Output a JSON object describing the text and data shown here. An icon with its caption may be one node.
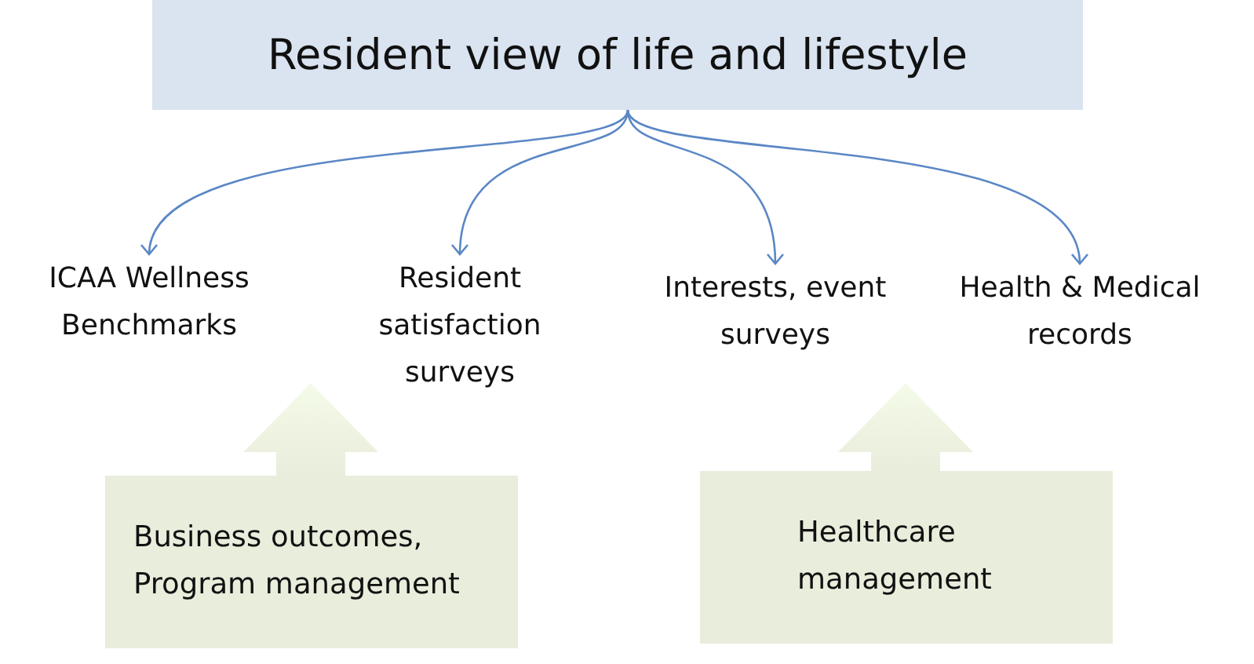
{
  "diagram": {
    "nodes": [
      {
        "text": [
          "Resident view of life and lifestyle"
        ]
      },
      {
        "text": [
          "ICAA Wellness Benchmarks"
        ]
      },
      {
        "text": [
          "Resident satisfaction surveys"
        ]
      },
      {
        "text": [
          "Interests, event surveys"
        ]
      },
      {
        "text": [
          "Health & Medical records"
        ]
      },
      {
        "text": [
          "Business outcomes, Program management"
        ]
      },
      {
        "text": [
          "Healthcare management"
        ]
      }
    ],
    "edges": [
      {
        "from": 0,
        "to": 1,
        "arrow": "to"
      },
      {
        "from": 0,
        "to": 2,
        "arrow": "to"
      },
      {
        "from": 0,
        "to": 3,
        "arrow": "to"
      },
      {
        "from": 0,
        "to": 4,
        "arrow": "to"
      },
      {
        "from": 5,
        "to": null,
        "arrow": "to",
        "style": "thick"
      },
      {
        "from": 6,
        "to": null,
        "arrow": "to",
        "style": "thick"
      }
    ]
  }
}
